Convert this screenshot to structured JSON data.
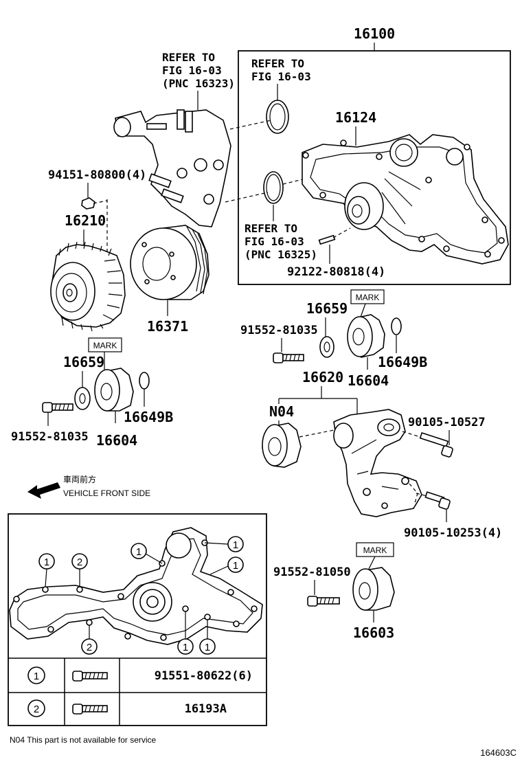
{
  "labels": {
    "p16100": "16100",
    "ref1_l1": "REFER TO",
    "ref1_l2": "FIG 16-03",
    "ref1_l3": "(PNC 16323)",
    "ref2_l1": "REFER TO",
    "ref2_l2": "FIG 16-03",
    "ref3_l1": "REFER TO",
    "ref3_l2": "FIG 16-03",
    "ref3_l3": "(PNC 16325)",
    "p16124": "16124",
    "p94151": "94151-80800(4)",
    "p16210": "16210",
    "p16371": "16371",
    "p92122": "92122-80818(4)",
    "p16659_r": "16659",
    "mark_r": "MARK",
    "p91552_r": "91552-81035",
    "p16649b_r": "16649B",
    "p16604_r": "16604",
    "p16620": "16620",
    "mark_l": "MARK",
    "p16659_l": "16659",
    "p16649b_l": "16649B",
    "p91552_l": "91552-81035",
    "p16604_l": "16604",
    "n04": "N04",
    "p90105a": "90105-10527",
    "p90105b": "90105-10253(4)",
    "front_jp": "車両前方",
    "front_en": "VEHICLE FRONT SIDE",
    "mark_b": "MARK",
    "p91552b": "91552-81050",
    "p16603": "16603",
    "callout1": "1",
    "callout2": "2",
    "footnote": "N04 This part is not available for service",
    "figure_id": "164603C"
  },
  "table": {
    "rows": [
      {
        "key": "1",
        "part": "91551-80622(6)"
      },
      {
        "key": "2",
        "part": "16193A"
      }
    ]
  }
}
